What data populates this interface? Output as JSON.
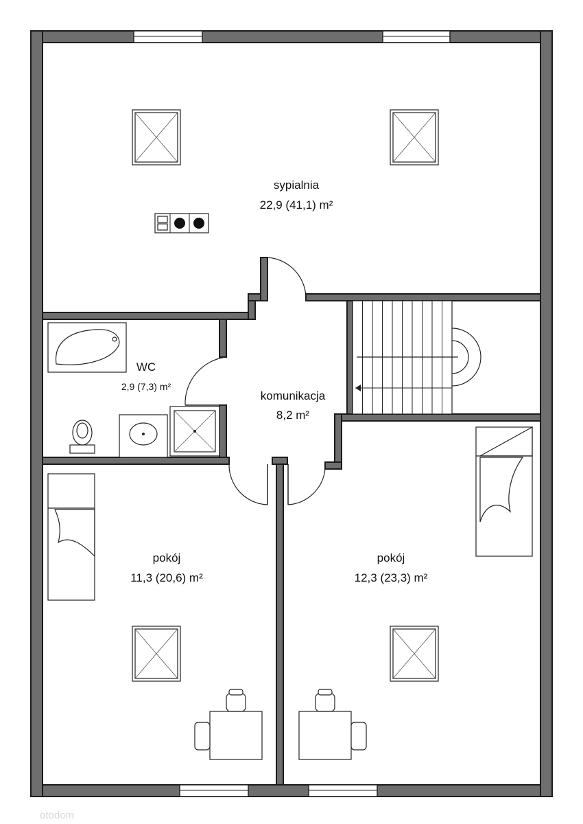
{
  "rooms": {
    "bedroom": {
      "name": "sypialnia",
      "area": "22,9 (41,1) m²"
    },
    "wc": {
      "name": "WC",
      "area": "2,9 (7,3) m²"
    },
    "hall": {
      "name": "komunikacja",
      "area": "8,2 m²"
    },
    "room_left": {
      "name": "pokój",
      "area": "11,3 (20,6) m²"
    },
    "room_right": {
      "name": "pokój",
      "area": "12,3 (23,3) m²"
    }
  },
  "watermark": "otodom"
}
